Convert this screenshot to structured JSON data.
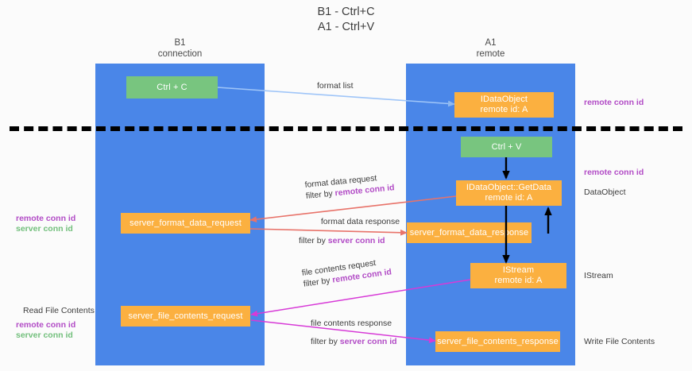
{
  "title": "B1 - Ctrl+C\nA1 - Ctrl+V",
  "columns": [
    {
      "name": "B1",
      "role": "connection",
      "label": "B1\nconnection"
    },
    {
      "name": "A1",
      "role": "remote",
      "label": "A1\nremote"
    }
  ],
  "nodes": {
    "ctrl_c": "Ctrl + C",
    "ctrl_v": "Ctrl + V",
    "idataobject": "IDataObject\nremote id: A",
    "idataobject_getdata": "IDataObject::GetData\nremote id: A",
    "server_format_data_request": "server_format_data_request",
    "server_format_data_response": "server_format_data_response",
    "istream": "IStream\nremote id: A",
    "server_file_contents_request": "server_file_contents_request",
    "server_file_contents_response": "server_file_contents_response"
  },
  "edges": {
    "format_list": "format list",
    "format_data_request": "format data request",
    "format_data_request_filter_prefix": "filter by ",
    "format_data_request_filter_key": "remote conn id",
    "format_data_response": "format data response",
    "format_data_response_filter_prefix": "filter by ",
    "format_data_response_filter_key": "server conn id",
    "file_contents_request": "file contents request",
    "file_contents_request_filter_prefix": "filter by ",
    "file_contents_request_filter_key": "remote conn id",
    "file_contents_response": "file contents response",
    "file_contents_response_filter_prefix": "filter by ",
    "file_contents_response_filter_key": "server conn id"
  },
  "annotations": {
    "right_remote_conn_id_top": "remote conn id",
    "right_remote_conn_id_mid": "remote conn id",
    "right_dataobject": "DataObject",
    "right_istream": "IStream",
    "right_write_file_contents": "Write File Contents",
    "left_remote_conn_id": "remote conn id",
    "left_server_conn_id": "server conn id",
    "left_read_file_contents": "Read File Contents",
    "left_remote_conn_id_2": "remote conn id",
    "left_server_conn_id_2": "server conn id"
  },
  "colors": {
    "lane": "#4a86e8",
    "node_green": "#78c57f",
    "node_orange": "#fbb040",
    "arrow_blue": "#9fc5f8",
    "arrow_red": "#e8736a",
    "arrow_magenta": "#d73ad7",
    "arrow_black": "#000000",
    "key_remote": "#b24cc6",
    "key_server": "#72bf7c",
    "divider": "#000000",
    "background": "#fbfbfb"
  }
}
